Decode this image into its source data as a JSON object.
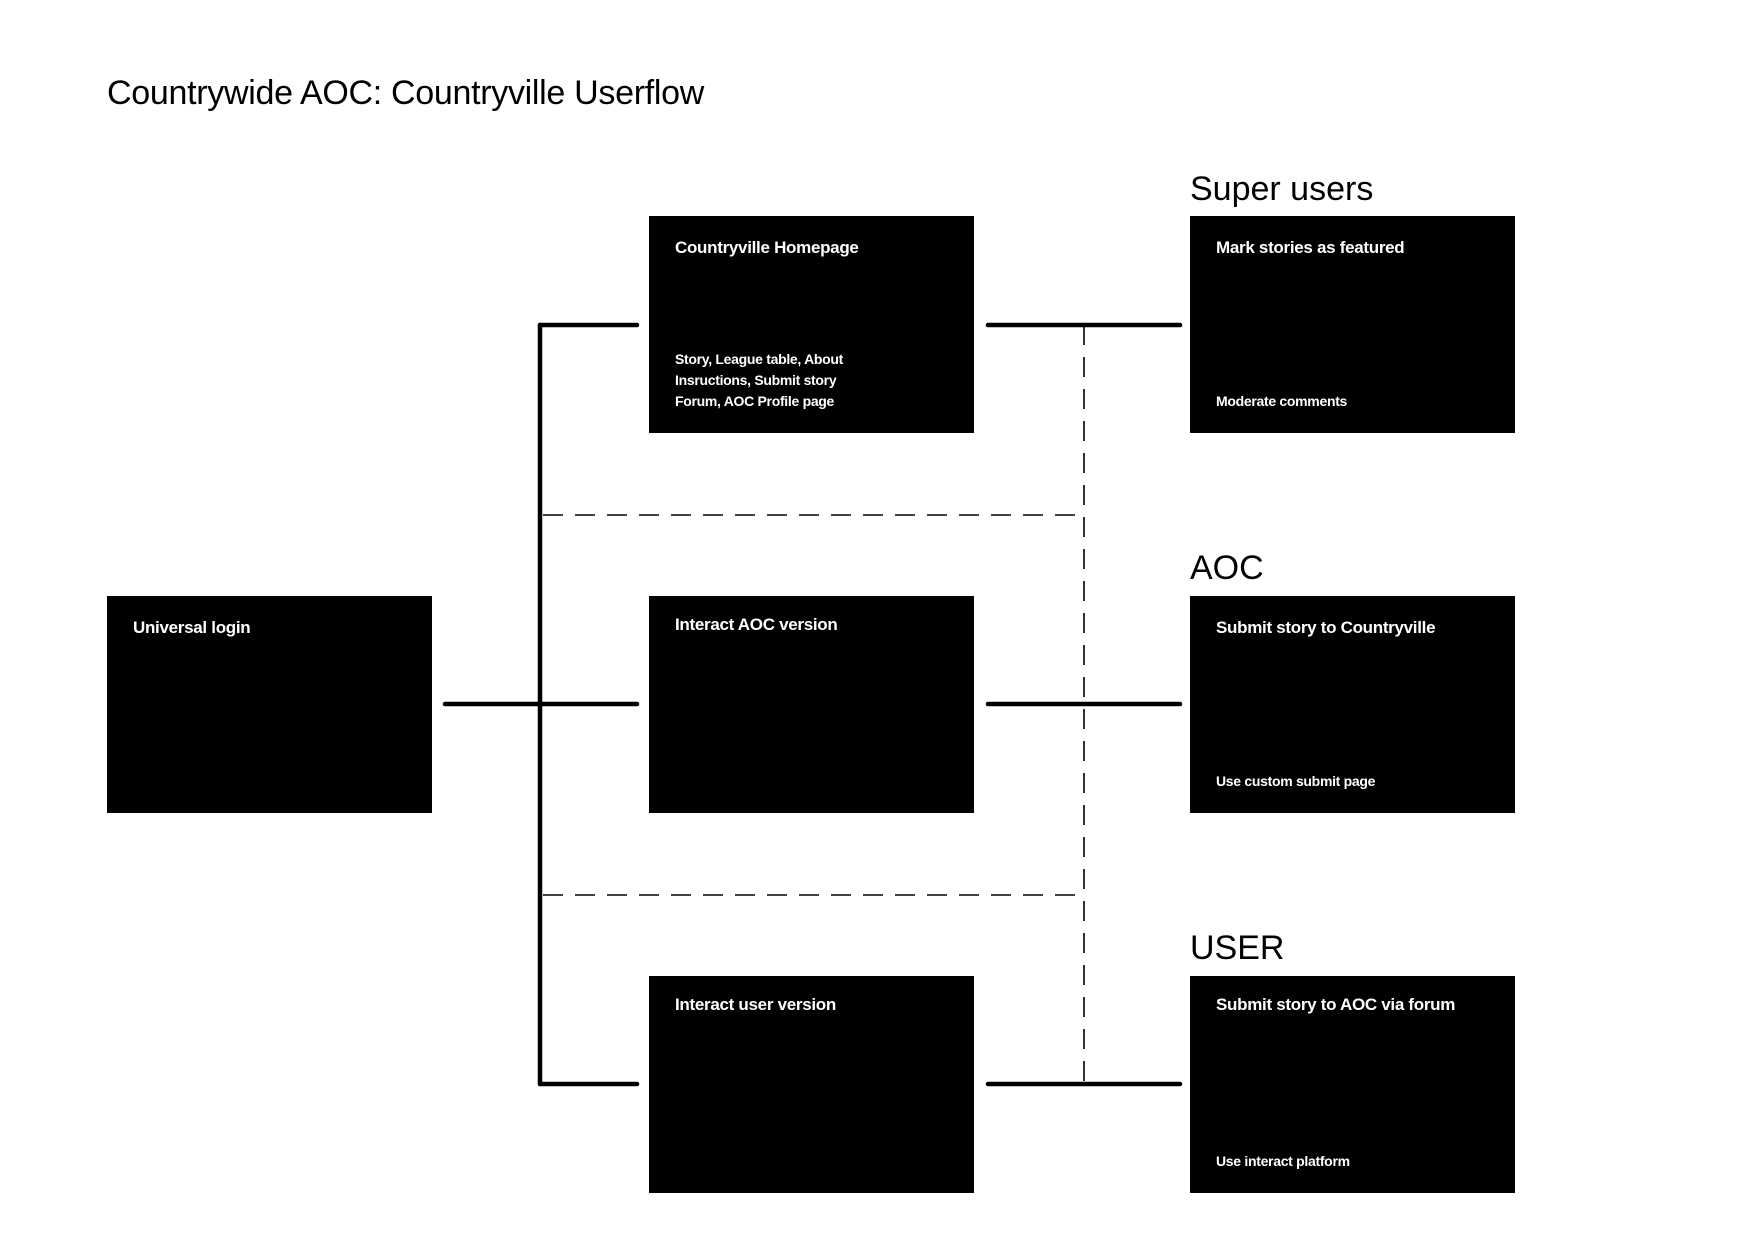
{
  "title": "Countrywide AOC: Countryville Userflow",
  "nodes": {
    "login": {
      "title": "Universal login"
    },
    "homepage": {
      "title": "Countryville Homepage",
      "details": [
        "Story, League table, About",
        "Insructions, Submit story",
        "Forum, AOC Profile page"
      ]
    },
    "aoc_version": {
      "title": "Interact AOC version"
    },
    "user_version": {
      "title": "Interact user version"
    },
    "super_users": {
      "label": "Super users",
      "title": "Mark stories as featured",
      "detail": "Moderate comments"
    },
    "aoc": {
      "label": "AOC",
      "title": "Submit story to Countryville",
      "detail": "Use custom submit page"
    },
    "user": {
      "label": "USER",
      "title": "Submit story to AOC via forum",
      "detail": "Use interact platform"
    }
  }
}
